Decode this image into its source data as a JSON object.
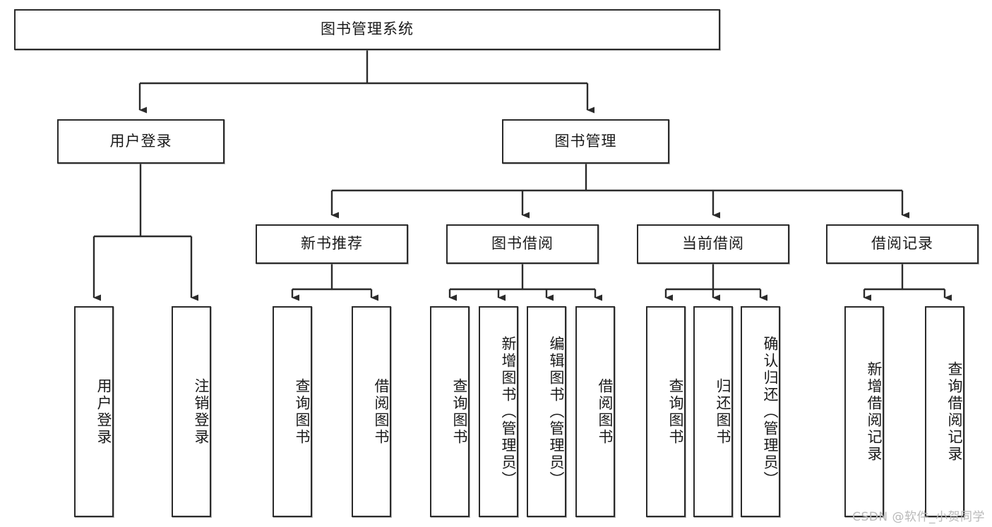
{
  "diagram": {
    "type": "tree-hierarchy",
    "title": "图书管理系统",
    "root": {
      "label": "图书管理系统"
    },
    "level2": [
      {
        "label": "用户登录"
      },
      {
        "label": "图书管理"
      }
    ],
    "level3": [
      {
        "label": "新书推荐"
      },
      {
        "label": "图书借阅"
      },
      {
        "label": "当前借阅"
      },
      {
        "label": "借阅记录"
      }
    ],
    "leaves": {
      "user_login": [
        {
          "label": "用户登录"
        },
        {
          "label": "注销登录"
        }
      ],
      "new_book_recommend": [
        {
          "label": "查询图书"
        },
        {
          "label": "借阅图书"
        }
      ],
      "book_borrow": [
        {
          "label": "查询图书"
        },
        {
          "label": "新增图书（管理员）"
        },
        {
          "label": "编辑图书（管理员）"
        },
        {
          "label": "借阅图书"
        }
      ],
      "current_borrow": [
        {
          "label": "查询图书"
        },
        {
          "label": "归还图书"
        },
        {
          "label": "确认归还（管理员）"
        }
      ],
      "borrow_record": [
        {
          "label": "新增借阅记录"
        },
        {
          "label": "查询借阅记录"
        }
      ]
    }
  },
  "watermark": {
    "text": "CSDN @软件_小贺同学"
  },
  "colors": {
    "stroke": "#2b2b2b",
    "fill": "#ffffff",
    "text": "#1a1a1a",
    "watermark": "#b9b9b9"
  }
}
